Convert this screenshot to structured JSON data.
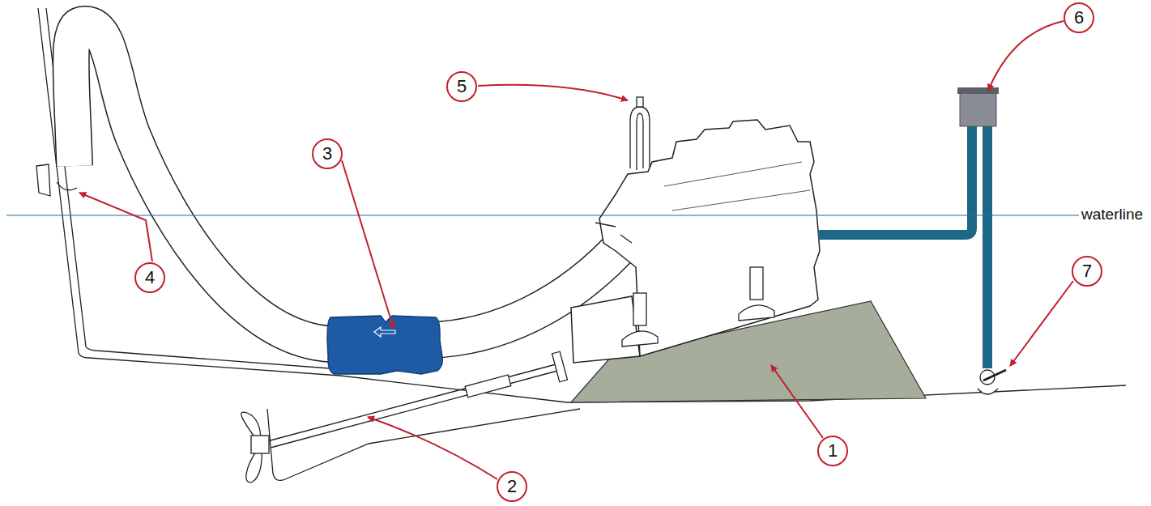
{
  "diagram": {
    "nodes": [
      {
        "text": [
          "1"
        ]
      },
      {
        "text": [
          "2"
        ]
      },
      {
        "text": [
          "3"
        ]
      },
      {
        "text": [
          "4"
        ]
      },
      {
        "text": [
          "5"
        ]
      },
      {
        "text": [
          "6"
        ]
      },
      {
        "text": [
          "7"
        ]
      }
    ],
    "labels": [
      "waterline"
    ]
  }
}
